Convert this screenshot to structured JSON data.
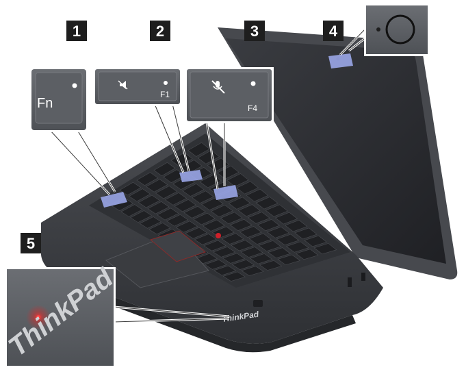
{
  "callouts": [
    {
      "number": "1",
      "key_label": "Fn"
    },
    {
      "number": "2",
      "key_label": "F1",
      "icon": "speaker-mute-icon"
    },
    {
      "number": "3",
      "key_label": "F4",
      "icon": "microphone-mute-icon"
    },
    {
      "number": "4",
      "icon": "camera-lens-icon"
    },
    {
      "number": "5",
      "brand_text": "ThinkPad"
    }
  ],
  "laptop": {
    "palmrest_logo": "ThinkPad",
    "keyboard_rows": 6,
    "colors": {
      "body": "#3d3f43",
      "screen": "#2b2d31",
      "highlight": "#9aa6e8",
      "trackpoint": "#d0202a",
      "badge": "#1e1e1e",
      "callout_box": "#5a5d62"
    }
  }
}
